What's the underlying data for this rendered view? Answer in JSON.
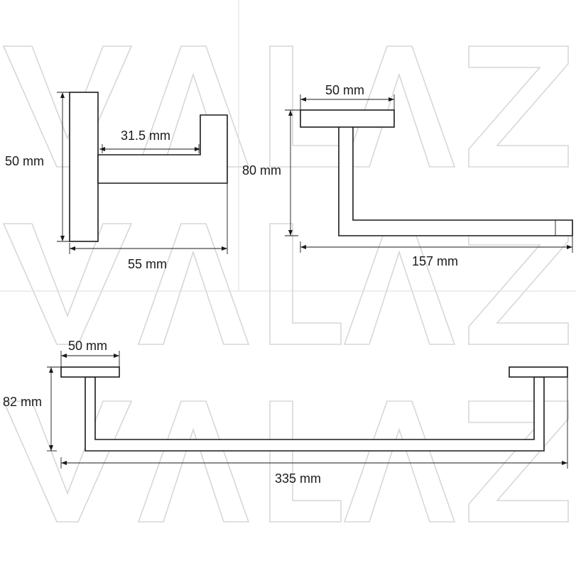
{
  "watermark": {
    "text": "VALAZ"
  },
  "views": {
    "hook": {
      "height_label": "50 mm",
      "projection_label": "31.5 mm",
      "depth_label": "55 mm"
    },
    "paper_holder": {
      "plate_width_label": "50 mm",
      "height_label": "80 mm",
      "length_label": "157 mm"
    },
    "towel_bar": {
      "plate_width_label": "50 mm",
      "height_label": "82 mm",
      "length_label": "335 mm"
    }
  }
}
